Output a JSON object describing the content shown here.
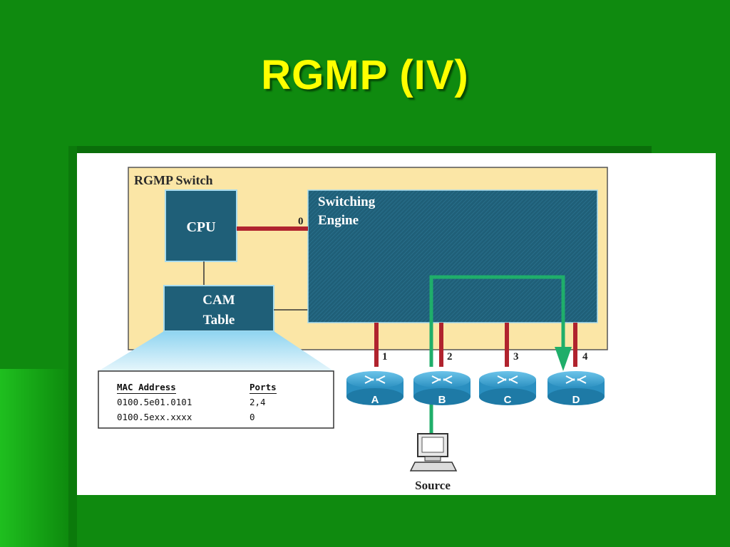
{
  "slide": {
    "title": "RGMP (IV)"
  },
  "diagram": {
    "switch_label": "RGMP Switch",
    "cpu_label": "CPU",
    "cam_label_line1": "CAM",
    "cam_label_line2": "Table",
    "engine_label_line1": "Switching",
    "engine_label_line2": "Engine",
    "cpu_port": "0",
    "ports": [
      {
        "port": "1",
        "router": "A"
      },
      {
        "port": "2",
        "router": "B"
      },
      {
        "port": "3",
        "router": "C"
      },
      {
        "port": "4",
        "router": "D"
      }
    ],
    "source_label": "Source",
    "cam_table": {
      "headers": [
        "MAC Address",
        "Ports"
      ],
      "rows": [
        [
          "0100.5e01.0101",
          "2,4"
        ],
        [
          "0100.5exx.xxxx",
          "0"
        ]
      ]
    },
    "colors": {
      "switch_box": "#fbe6a6",
      "engine": "#1f5f78",
      "link_red": "#b0232e",
      "flow_green": "#1fae6a",
      "router": "#2a8fc0"
    }
  }
}
